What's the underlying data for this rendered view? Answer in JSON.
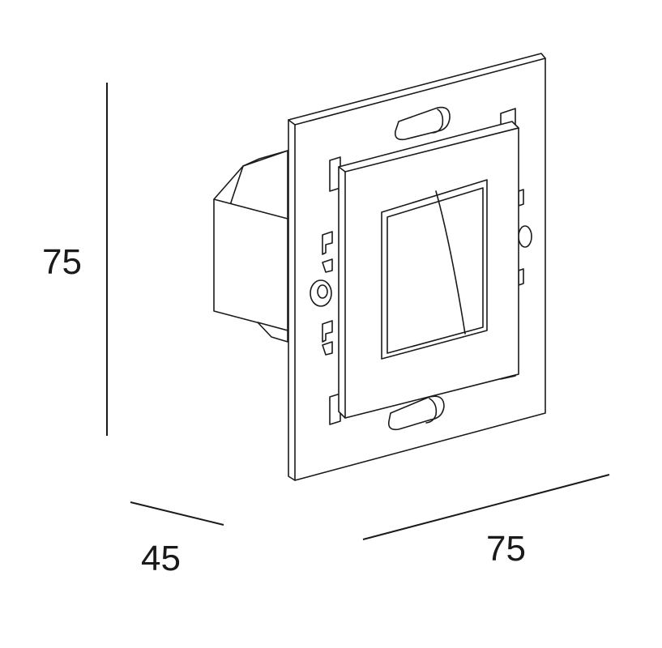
{
  "dimensions": {
    "height": "75",
    "depth": "45",
    "width": "75"
  }
}
